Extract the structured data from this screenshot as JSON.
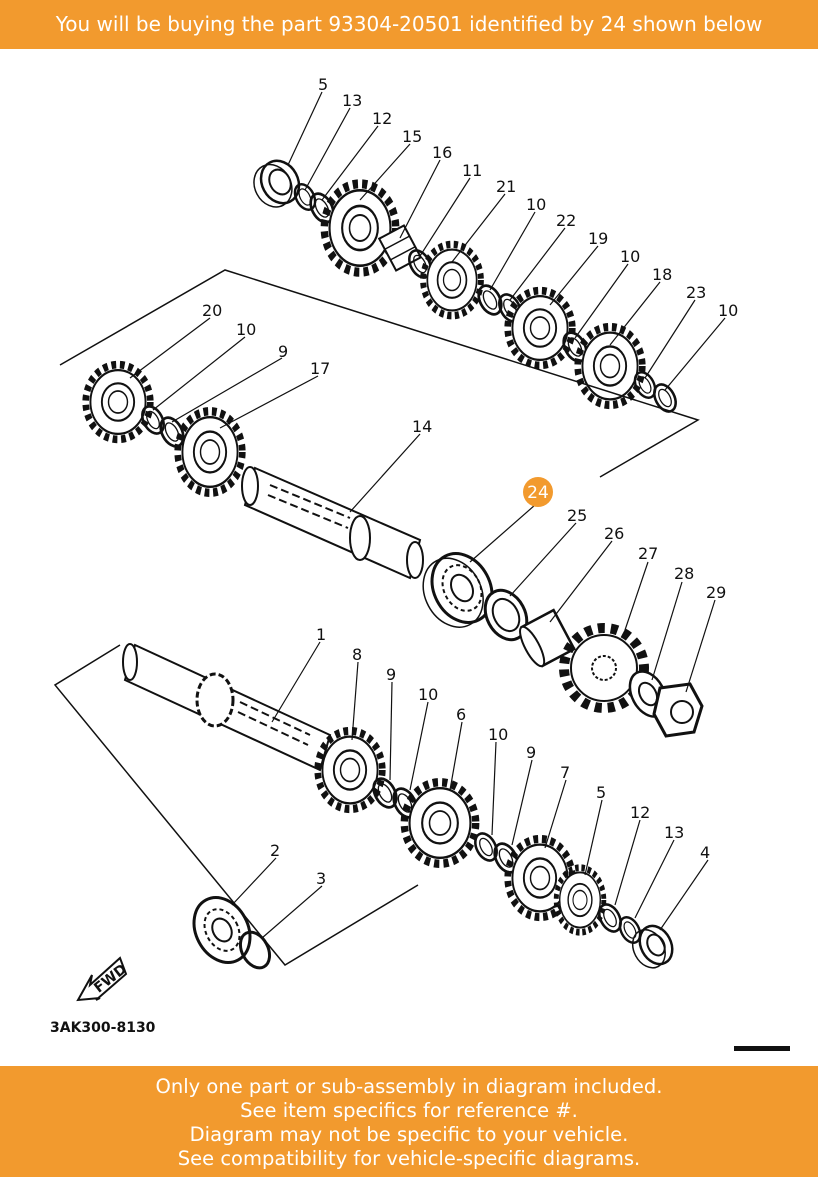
{
  "header": {
    "text": "You will be buying the part 93304-20501 identified by 24 shown below"
  },
  "footer": {
    "lines": [
      "Only one part or sub-assembly in diagram included.",
      "See item specifics for reference #.",
      "Diagram may not be specific to your vehicle.",
      "See compatibility for vehicle-specific diagrams."
    ]
  },
  "diagram": {
    "highlight": {
      "label": "24",
      "color": "#f29a2e"
    },
    "fwd_label": "FWD",
    "code": "3AK300-8130",
    "callouts": {
      "c5a": "5",
      "c13a": "13",
      "c12a": "12",
      "c15": "15",
      "c16": "16",
      "c11": "11",
      "c21": "21",
      "c10a": "10",
      "c22": "22",
      "c19": "19",
      "c10b": "10",
      "c18": "18",
      "c23": "23",
      "c10c": "10",
      "c20": "20",
      "c10d": "10",
      "c9a": "9",
      "c17": "17",
      "c14": "14",
      "c25": "25",
      "c26": "26",
      "c27": "27",
      "c28": "28",
      "c29": "29",
      "c1": "1",
      "c8": "8",
      "c9b": "9",
      "c10e": "10",
      "c6": "6",
      "c10f": "10",
      "c9c": "9",
      "c7": "7",
      "c5b": "5",
      "c12b": "12",
      "c13b": "13",
      "c4": "4",
      "c2": "2",
      "c3": "3"
    }
  }
}
